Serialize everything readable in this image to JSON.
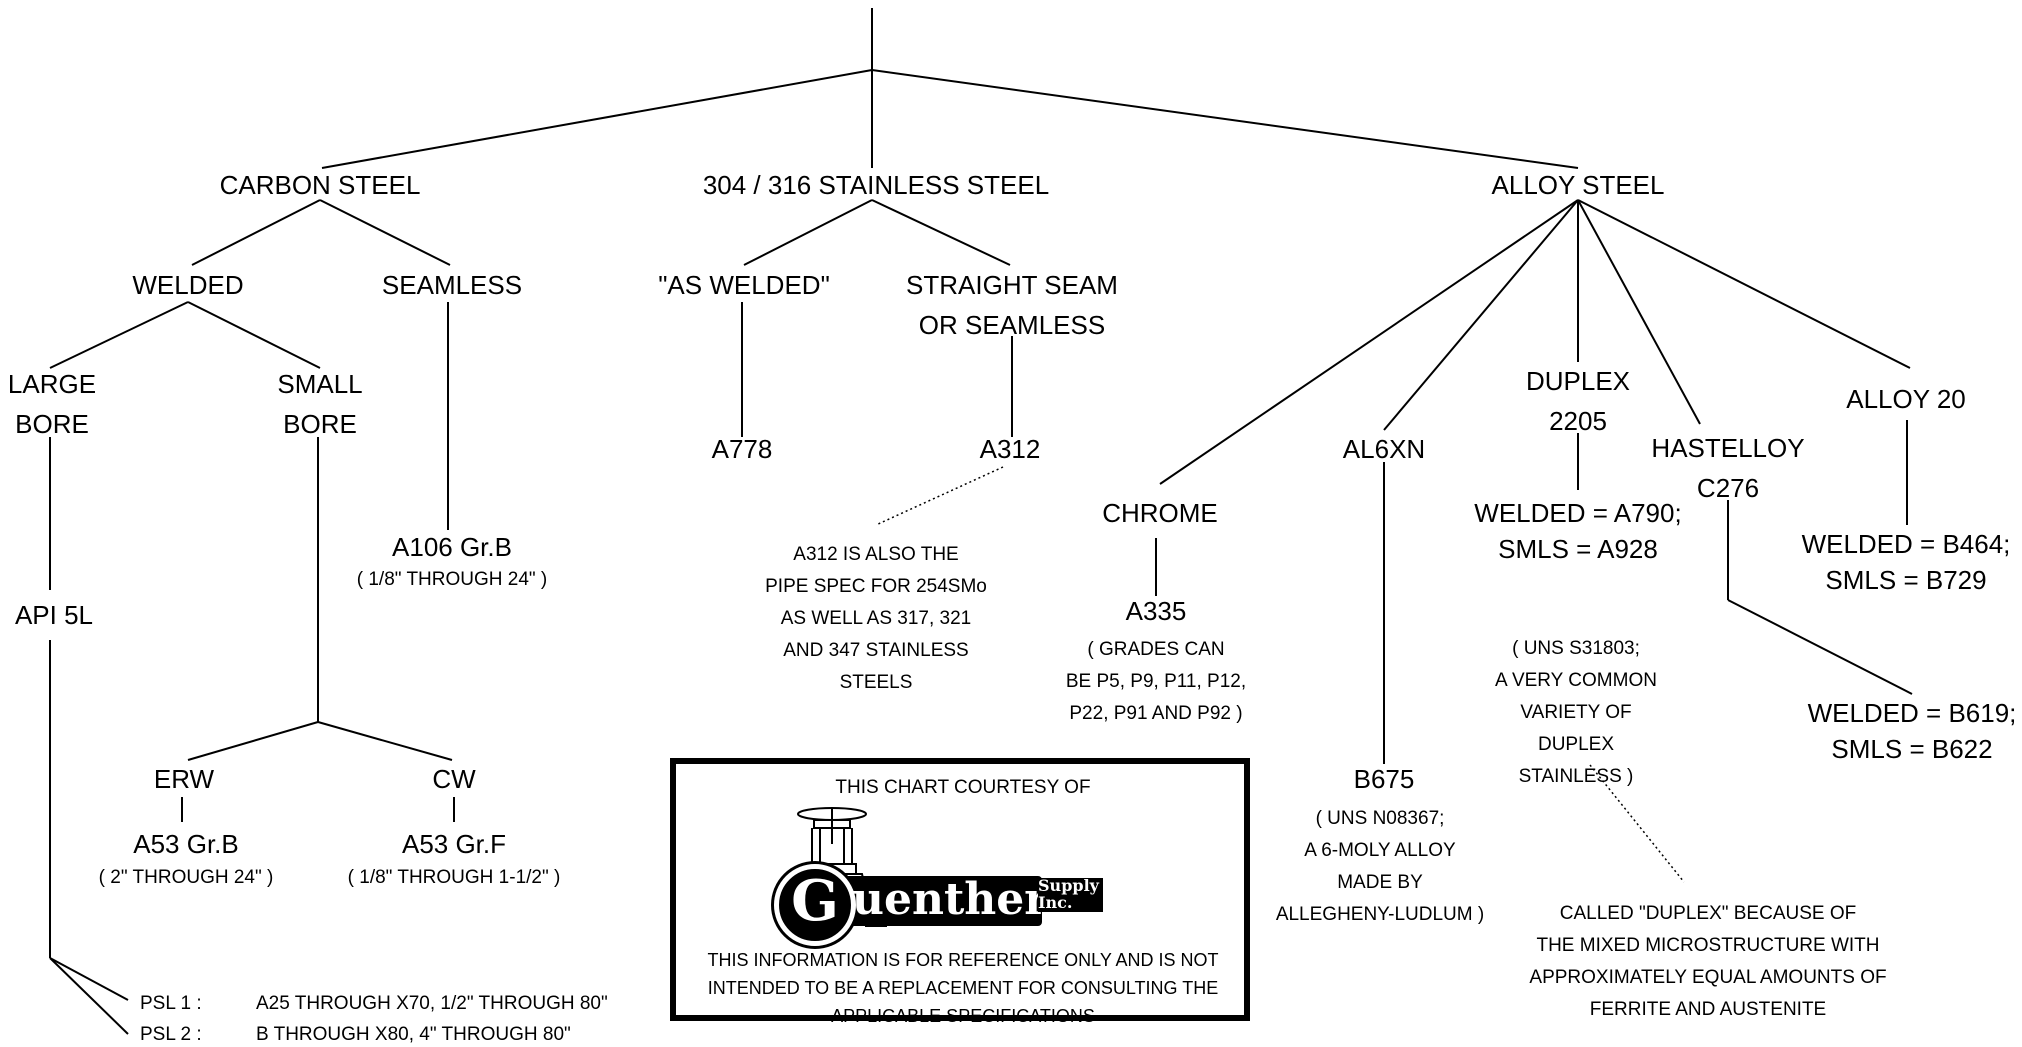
{
  "root": {
    "carbon": "CARBON STEEL",
    "stainless": "304 / 316 STAINLESS STEEL",
    "alloy": "ALLOY STEEL"
  },
  "carbon": {
    "welded": "WELDED",
    "seamless": "SEAMLESS",
    "large_bore": [
      "LARGE",
      "BORE"
    ],
    "small_bore": [
      "SMALL",
      "BORE"
    ],
    "api": "API 5L",
    "a106": "A106 Gr.B",
    "a106_range": "( 1/8\" THROUGH 24\" )",
    "erw": "ERW",
    "cw": "CW",
    "a53b": "A53 Gr.B",
    "a53b_range": "( 2\" THROUGH 24\" )",
    "a53f": "A53 Gr.F",
    "a53f_range": "( 1/8\" THROUGH 1-1/2\" )",
    "psl1_label": "PSL 1 :",
    "psl1_value": "A25 THROUGH X70, 1/2\" THROUGH 80\"",
    "psl2_label": "PSL 2 :",
    "psl2_value": "B THROUGH X80, 4\" THROUGH 80\""
  },
  "stainless": {
    "as_welded": "\"AS WELDED\"",
    "straight": [
      "STRAIGHT SEAM",
      "OR SEAMLESS"
    ],
    "a778": "A778",
    "a312": "A312",
    "a312_note": [
      "A312 IS ALSO THE",
      "PIPE SPEC FOR 254SMo",
      "AS WELL AS 317, 321",
      "AND 347 STAINLESS",
      "STEELS"
    ]
  },
  "alloy": {
    "chrome": "CHROME",
    "a335": "A335",
    "a335_note": [
      "( GRADES CAN",
      "BE P5, P9, P11, P12,",
      "P22, P91 AND P92 )"
    ],
    "al6xn": "AL6XN",
    "b675": "B675",
    "b675_note": [
      "( UNS N08367;",
      "A 6-MOLY ALLOY",
      "MADE BY",
      "ALLEGHENY-LUDLUM )"
    ],
    "duplex": [
      "DUPLEX",
      "2205"
    ],
    "duplex_spec": [
      "WELDED = A790;",
      "SMLS = A928"
    ],
    "duplex_note": [
      "( UNS S31803;",
      "A VERY COMMON",
      "VARIETY OF",
      "DUPLEX",
      "STAINLESS )"
    ],
    "duplex_explain": [
      "CALLED \"DUPLEX\" BECAUSE OF",
      "THE MIXED MICROSTRUCTURE WITH",
      "APPROXIMATELY EQUAL AMOUNTS OF",
      "FERRITE AND AUSTENITE"
    ],
    "hastelloy": [
      "HASTELLOY",
      "C276"
    ],
    "hastelloy_spec": [
      "WELDED = B619;",
      "SMLS = B622"
    ],
    "alloy20": "ALLOY 20",
    "alloy20_spec": [
      "WELDED = B464;",
      "SMLS = B729"
    ]
  },
  "courtesy": {
    "title": "THIS CHART COURTESY OF",
    "logo_initial": "G",
    "logo_word": "uenther",
    "logo_supply": [
      "Supply",
      "Inc."
    ],
    "disclaimer": [
      "THIS INFORMATION IS FOR REFERENCE ONLY AND IS NOT",
      "INTENDED TO BE A REPLACEMENT FOR CONSULTING THE",
      "APPLICABLE SPECIFICATIONS"
    ]
  }
}
